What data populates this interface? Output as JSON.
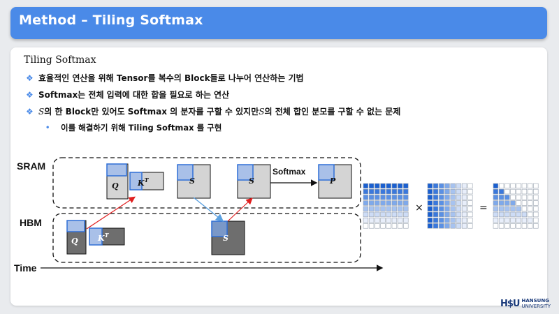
{
  "header": {
    "title": "Method – Tiling Softmax"
  },
  "section": {
    "title": "Tiling Softmax"
  },
  "bullets": [
    {
      "text": "효율적인 연산을 위해 Tensor를 복수의 Block들로 나누어 연산하는 기법"
    },
    {
      "text": "Softmax는 전체 입력에 대한 합을 필요로 하는 연산"
    },
    {
      "s": "S",
      "text": "의 한 Block만 있어도 Softmax 의 분자를 구할 수 있지만 ",
      "s2": "S",
      "text2": "의 전체 합인 분모를 구할 수 없는 문제"
    }
  ],
  "sub_bullet": {
    "text": "이를 해결하기 위해 Tiling Softmax 를 구현"
  },
  "diagram": {
    "sram_label": "SRAM",
    "hbm_label": "HBM",
    "time_label": "Time",
    "softmax_label": "Softmax",
    "q": "Q",
    "k": "K",
    "k_sup": "T",
    "s": "S",
    "p": "P",
    "times": "×",
    "equals": "="
  },
  "colors": {
    "accent": "#4a8ae8",
    "sram_block": "#d4d4d4",
    "hbm_block": "#6e6e6e",
    "tile_fill": "#a9c0e8",
    "tile_border": "#2f6fd6",
    "arrow_red": "#e02020",
    "arrow_blue": "#5aa0e0"
  },
  "logo": {
    "mark": "H$U",
    "line1": "HANSUNG",
    "line2": "UNIVERSITY"
  }
}
